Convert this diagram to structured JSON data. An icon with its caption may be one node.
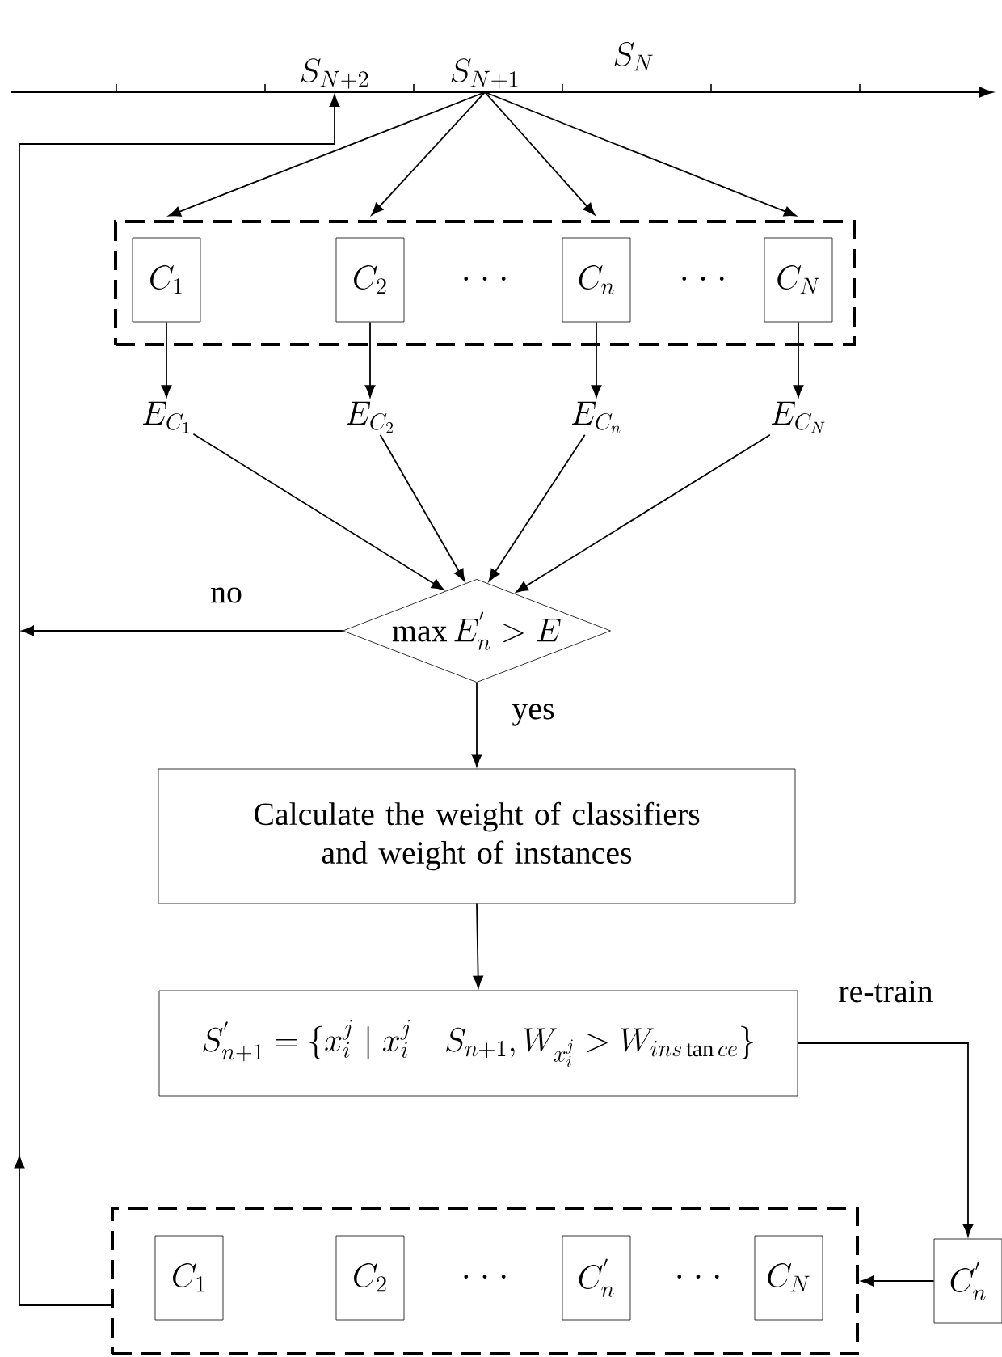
{
  "diagram": {
    "nodes": [
      {
        "text": [
          "S_{N+2}"
        ]
      },
      {
        "text": [
          "S_{N+1}"
        ]
      },
      {
        "text": [],
        "shape": "box"
      },
      {
        "text": [
          "C_1"
        ],
        "in": 2
      },
      {
        "text": [
          "C_2"
        ],
        "in": 2
      },
      {
        "text": [
          "C_n"
        ],
        "in": 2
      },
      {
        "text": [
          "C_N"
        ],
        "in": 2
      },
      {
        "text": [
          "E_{C_1}"
        ]
      },
      {
        "text": [
          "E_{C_2}"
        ]
      },
      {
        "text": [
          "E_{C_n}"
        ]
      },
      {
        "text": [
          "E_{C_N}"
        ]
      },
      {
        "text": [
          "\\max E_n^{'} > E"
        ]
      },
      {
        "text": [
          "Calculate the weight of classifiers and weight of instances"
        ]
      },
      {
        "text": [
          "S_{n+1}^{'} = \\{x_i^j \\mid x_i^j \\quad S_{n+1}, W_{x_i^j} > W_{ins\\tan ce}\\}"
        ]
      },
      {
        "text": [],
        "shape": "box"
      },
      {
        "text": [
          "C_1"
        ],
        "in": 14
      },
      {
        "text": [
          "C_2"
        ],
        "in": 14
      },
      {
        "text": [
          "C_n^{'}"
        ],
        "in": 14
      },
      {
        "text": [
          "C_N"
        ],
        "in": 14
      },
      {
        "text": [
          "C_n^{'}"
        ]
      }
    ],
    "edges": [
      {
        "from": 1,
        "to": 3,
        "arrow": "to"
      },
      {
        "from": 1,
        "to": 4,
        "arrow": "to"
      },
      {
        "from": 1,
        "to": 5,
        "arrow": "to"
      },
      {
        "from": 1,
        "to": 6,
        "arrow": "to"
      },
      {
        "from": 3,
        "to": 7,
        "arrow": "to"
      },
      {
        "from": 4,
        "to": 8,
        "arrow": "to"
      },
      {
        "from": 5,
        "to": 9,
        "arrow": "to"
      },
      {
        "from": 6,
        "to": 10,
        "arrow": "to"
      },
      {
        "from": 7,
        "to": 11,
        "arrow": "to"
      },
      {
        "from": 8,
        "to": 11,
        "arrow": "to"
      },
      {
        "from": 9,
        "to": 11,
        "arrow": "to"
      },
      {
        "from": 10,
        "to": 11,
        "arrow": "to"
      },
      {
        "from": 11,
        "to": null,
        "arrow": "to",
        "label": "no"
      },
      {
        "from": 11,
        "to": 12,
        "arrow": "to",
        "label": "yes"
      },
      {
        "from": 12,
        "to": 13,
        "arrow": "to"
      },
      {
        "from": 13,
        "to": 19,
        "arrow": "to",
        "label": "re-train"
      },
      {
        "from": 19,
        "to": 14,
        "arrow": "to"
      },
      {
        "from": 14,
        "to": 0,
        "arrow": "to"
      }
    ],
    "labels": [
      "S_N",
      "· · ·",
      "· · ·",
      "· · ·",
      "· · ·"
    ]
  }
}
